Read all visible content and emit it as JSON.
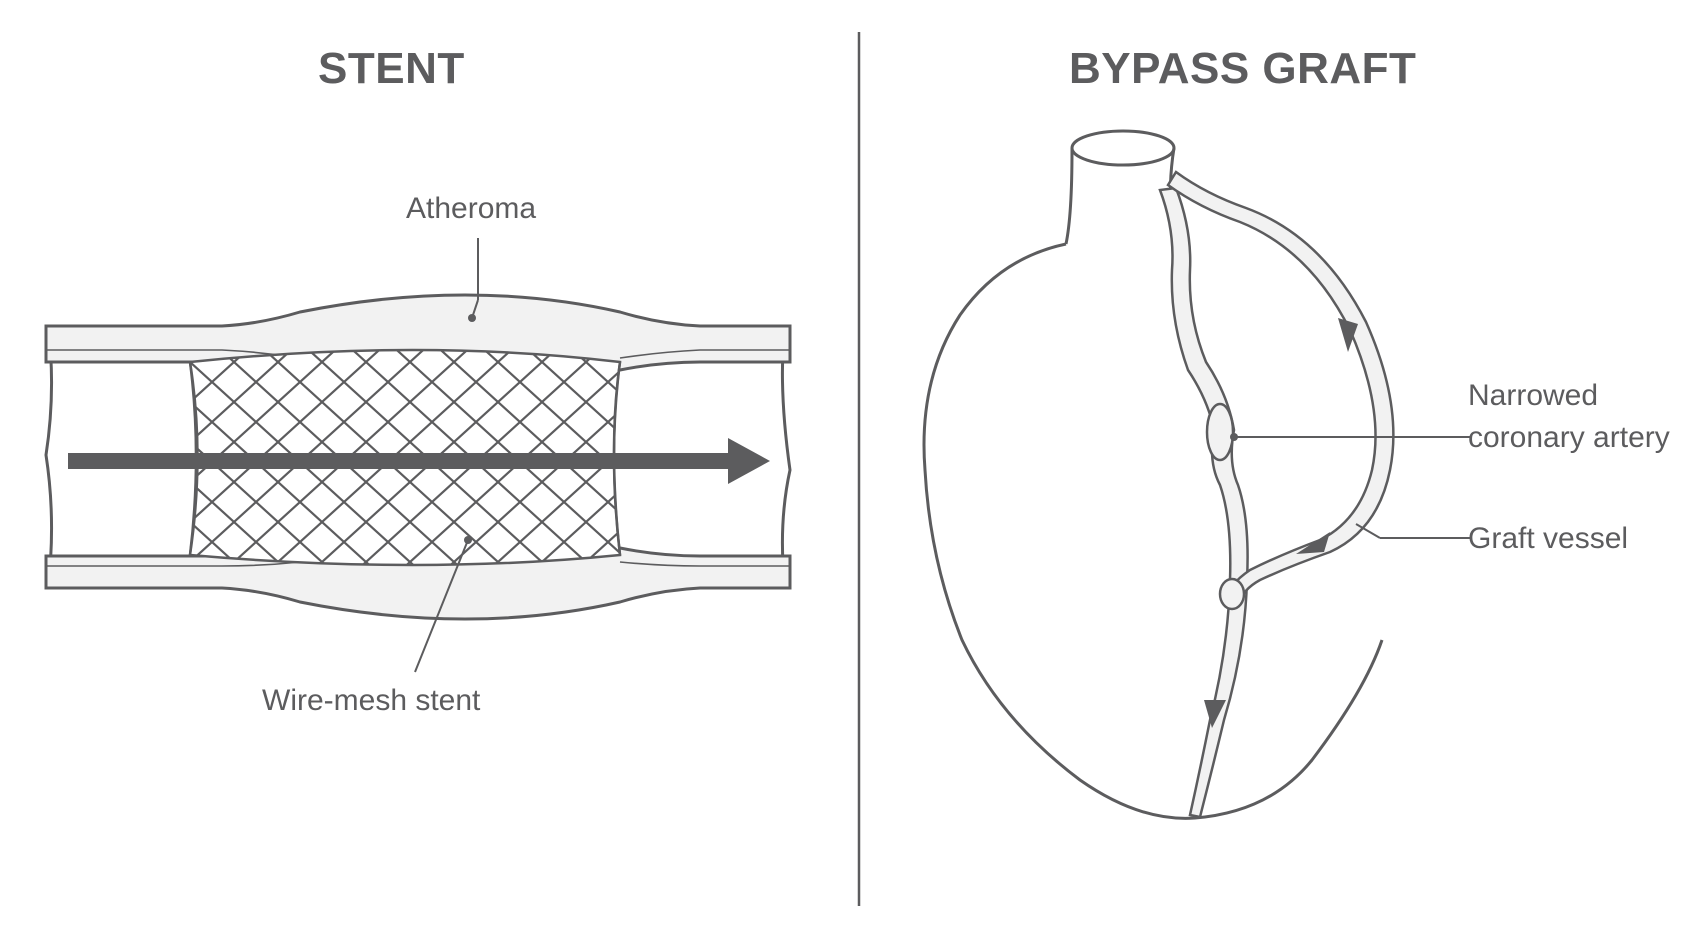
{
  "panels": {
    "stent": {
      "title": "STENT",
      "labels": {
        "atheroma": "Atheroma",
        "stent": "Wire-mesh stent"
      }
    },
    "bypass": {
      "title": "BYPASS GRAFT",
      "labels": {
        "narrowed_line1": "Narrowed",
        "narrowed_line2": "coronary artery",
        "graft": "Graft vessel"
      }
    }
  },
  "colors": {
    "ink": "#5c5c5e",
    "vessel_fill": "#f2f2f2",
    "background": "#ffffff"
  }
}
